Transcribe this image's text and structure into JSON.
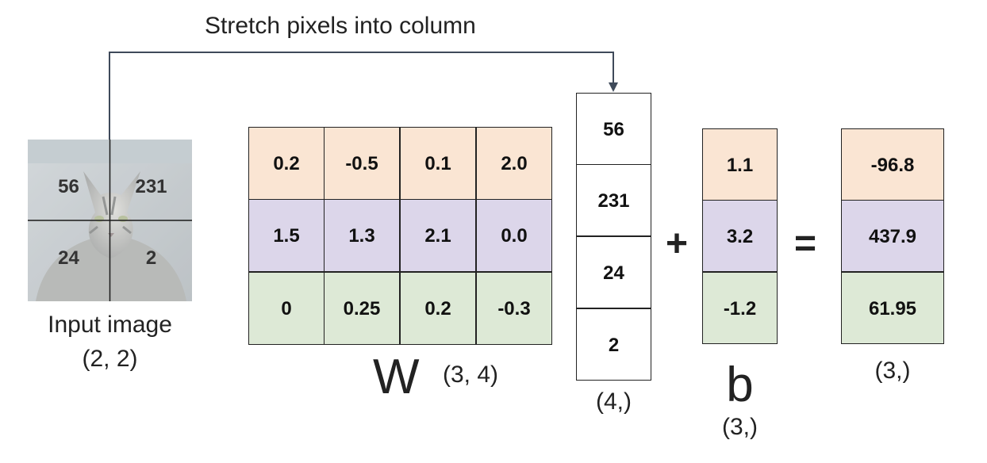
{
  "title": "Stretch pixels into column",
  "input_image": {
    "label": "Input image",
    "shape": "(2, 2)",
    "pixels": [
      "56",
      "231",
      "24",
      "2"
    ]
  },
  "weights": {
    "symbol": "W",
    "shape": "(3, 4)",
    "rows": [
      [
        "0.2",
        "-0.5",
        "0.1",
        "2.0"
      ],
      [
        "1.5",
        "1.3",
        "2.1",
        "0.0"
      ],
      [
        "0",
        "0.25",
        "0.2",
        "-0.3"
      ]
    ]
  },
  "column": {
    "values": [
      "56",
      "231",
      "24",
      "2"
    ],
    "shape": "(4,)"
  },
  "operators": {
    "plus": "+",
    "equals": "="
  },
  "bias": {
    "symbol": "b",
    "shape": "(3,)",
    "values": [
      "1.1",
      "3.2",
      "-1.2"
    ]
  },
  "result": {
    "values": [
      "-96.8",
      "437.9",
      "61.95"
    ],
    "shape": "(3,)"
  },
  "colors": {
    "row1": "#fae5d3",
    "row2": "#dcd6ea",
    "row3": "#dde9d6",
    "arrow": "#3f4a5a"
  }
}
